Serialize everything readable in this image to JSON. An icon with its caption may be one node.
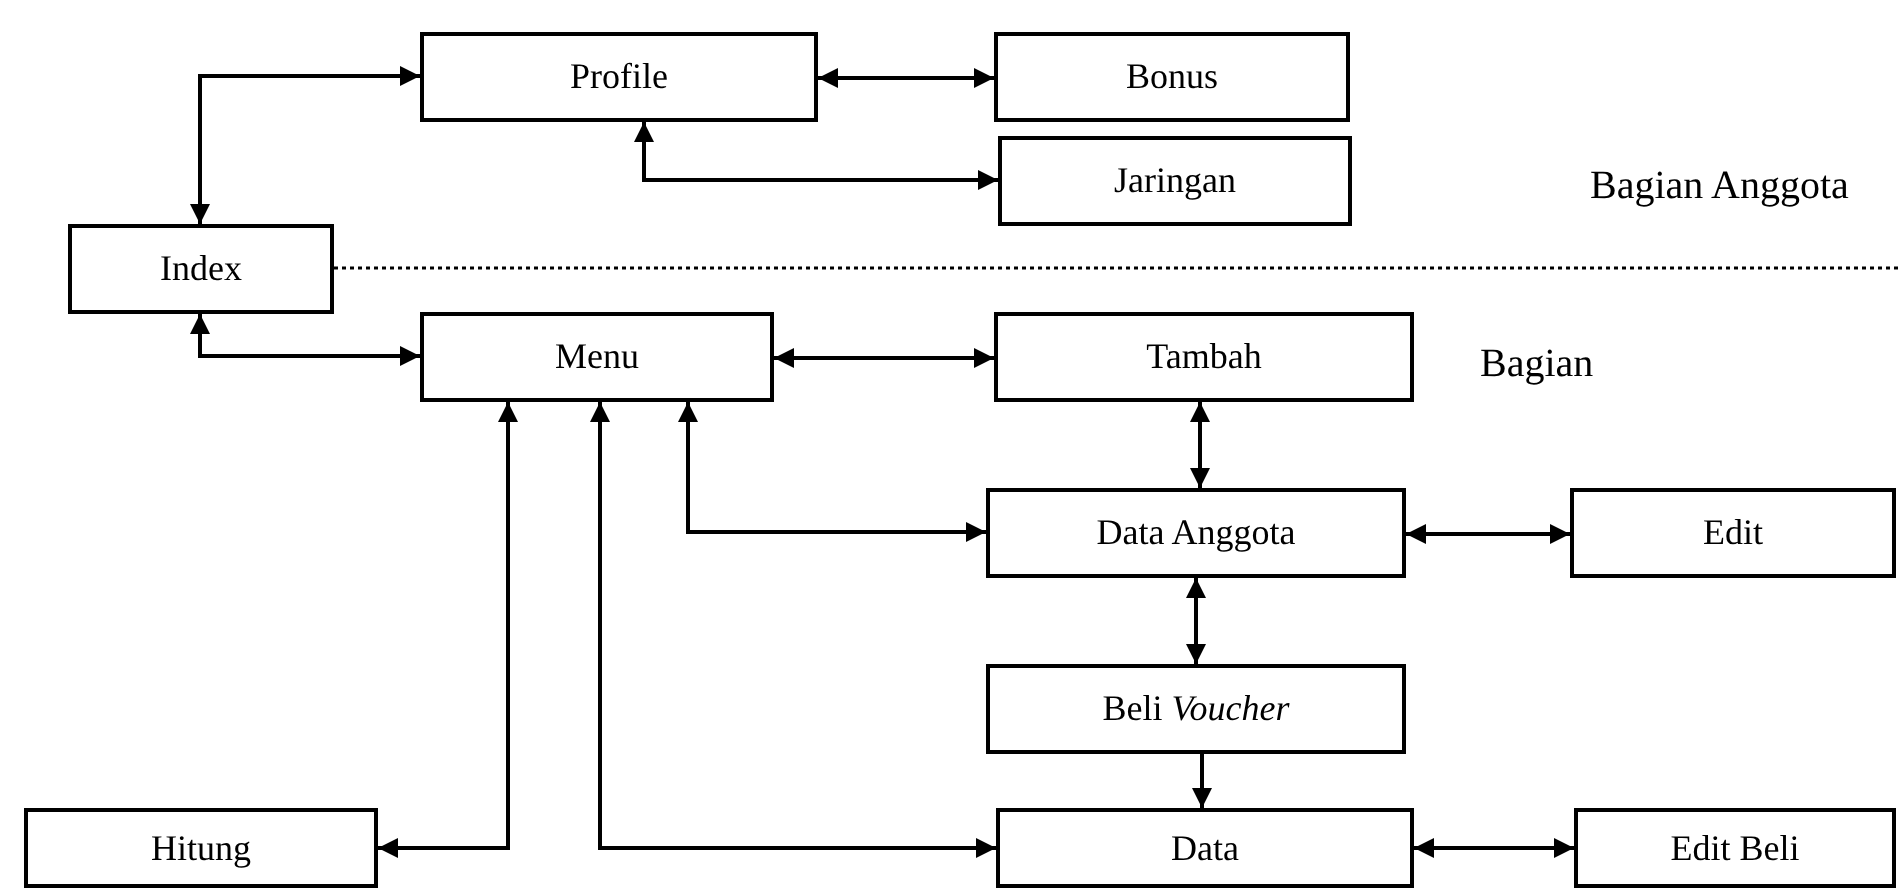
{
  "diagram": {
    "nodes": [
      {
        "text": [
          "Profile"
        ]
      },
      {
        "text": [
          "Bonus"
        ]
      },
      {
        "text": [
          "Jaringan"
        ]
      },
      {
        "text": [
          "Index"
        ]
      },
      {
        "text": [
          "Menu"
        ]
      },
      {
        "text": [
          "Tambah"
        ]
      },
      {
        "text": [
          "Data Anggota"
        ]
      },
      {
        "text": [
          "Edit"
        ]
      },
      {
        "text": [
          "Beli *Voucher*"
        ]
      },
      {
        "text": [
          "Hitung"
        ]
      },
      {
        "text": [
          "Data"
        ]
      },
      {
        "text": [
          "Edit Beli"
        ]
      }
    ],
    "edges": [
      {
        "from": 3,
        "to": 0,
        "arrow": "both"
      },
      {
        "from": 0,
        "to": 1,
        "arrow": "both"
      },
      {
        "from": 0,
        "to": 2,
        "arrow": "both"
      },
      {
        "from": 3,
        "to": 4,
        "arrow": "both"
      },
      {
        "from": 4,
        "to": 5,
        "arrow": "both"
      },
      {
        "from": 5,
        "to": 6,
        "arrow": "both"
      },
      {
        "from": 4,
        "to": 6,
        "arrow": "both"
      },
      {
        "from": 6,
        "to": 7,
        "arrow": "both"
      },
      {
        "from": 6,
        "to": 8,
        "arrow": "both"
      },
      {
        "from": 8,
        "to": 10,
        "arrow": "to"
      },
      {
        "from": 4,
        "to": 9,
        "arrow": "both"
      },
      {
        "from": 4,
        "to": 10,
        "arrow": "both"
      },
      {
        "from": 10,
        "to": 11,
        "arrow": "both"
      }
    ],
    "labels": [
      "Bagian Anggota",
      "Bagian"
    ]
  }
}
